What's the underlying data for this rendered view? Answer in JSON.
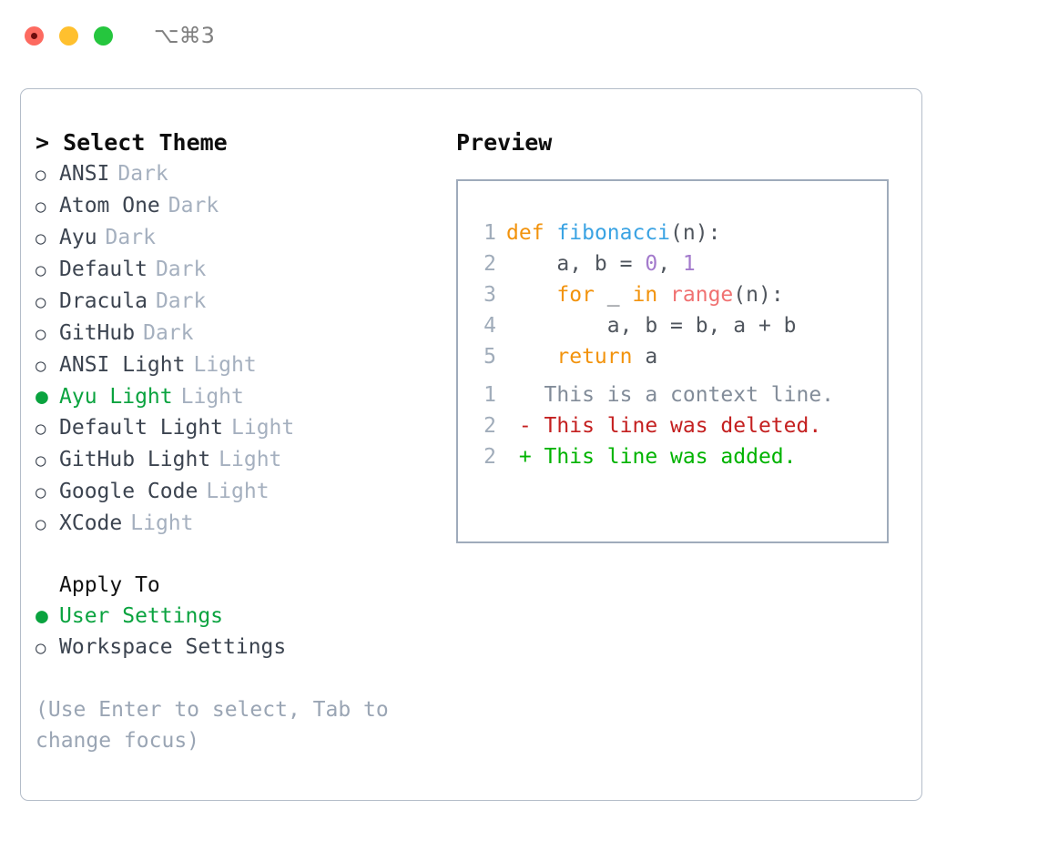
{
  "titlebar": {
    "shortcut": "⌥⌘3",
    "lights": [
      {
        "name": "close-button",
        "color": "#fd6a60"
      },
      {
        "name": "minimize-button",
        "color": "#ffc02e"
      },
      {
        "name": "maximize-button",
        "color": "#25c63e"
      }
    ]
  },
  "left": {
    "header": "> Select Theme",
    "themes": [
      {
        "marker": "○",
        "label": "ANSI",
        "tag": "Dark",
        "selected": false
      },
      {
        "marker": "○",
        "label": "Atom One",
        "tag": "Dark",
        "selected": false
      },
      {
        "marker": "○",
        "label": "Ayu",
        "tag": "Dark",
        "selected": false
      },
      {
        "marker": "○",
        "label": "Default",
        "tag": "Dark",
        "selected": false
      },
      {
        "marker": "○",
        "label": "Dracula",
        "tag": "Dark",
        "selected": false
      },
      {
        "marker": "○",
        "label": "GitHub",
        "tag": "Dark",
        "selected": false
      },
      {
        "marker": "○",
        "label": "ANSI Light",
        "tag": "Light",
        "selected": false
      },
      {
        "marker": "●",
        "label": "Ayu Light",
        "tag": "Light",
        "selected": true
      },
      {
        "marker": "○",
        "label": "Default Light",
        "tag": "Light",
        "selected": false
      },
      {
        "marker": "○",
        "label": "GitHub Light",
        "tag": "Light",
        "selected": false
      },
      {
        "marker": "○",
        "label": "Google Code",
        "tag": "Light",
        "selected": false
      },
      {
        "marker": "○",
        "label": "XCode",
        "tag": "Light",
        "selected": false
      }
    ],
    "apply_to_title": "Apply To",
    "apply_to": [
      {
        "marker": "●",
        "label": "User Settings",
        "selected": true
      },
      {
        "marker": "○",
        "label": "Workspace Settings",
        "selected": false
      }
    ],
    "hint": "(Use Enter to select, Tab to change focus)"
  },
  "right": {
    "header": "Preview",
    "code_lines": [
      {
        "no": "1",
        "tokens": [
          {
            "t": "def",
            "c": "kw"
          },
          {
            "t": " ",
            "c": "pl"
          },
          {
            "t": "fibonacci",
            "c": "fn"
          },
          {
            "t": "(n):",
            "c": "pl"
          }
        ]
      },
      {
        "no": "2",
        "tokens": [
          {
            "t": "    a, b = ",
            "c": "pl"
          },
          {
            "t": "0",
            "c": "num"
          },
          {
            "t": ", ",
            "c": "pl"
          },
          {
            "t": "1",
            "c": "num"
          }
        ]
      },
      {
        "no": "3",
        "tokens": [
          {
            "t": "    ",
            "c": "pl"
          },
          {
            "t": "for",
            "c": "kw"
          },
          {
            "t": " _ ",
            "c": "pl"
          },
          {
            "t": "in",
            "c": "kw"
          },
          {
            "t": " ",
            "c": "pl"
          },
          {
            "t": "range",
            "c": "bi"
          },
          {
            "t": "(n):",
            "c": "pl"
          }
        ]
      },
      {
        "no": "4",
        "tokens": [
          {
            "t": "        a, b = b, a + b",
            "c": "pl"
          }
        ]
      },
      {
        "no": "5",
        "tokens": [
          {
            "t": "    ",
            "c": "pl"
          },
          {
            "t": "return",
            "c": "kw"
          },
          {
            "t": " a",
            "c": "pl"
          }
        ]
      }
    ],
    "diff_lines": [
      {
        "no": "1",
        "sign": " ",
        "text": " This is a context line.",
        "kind": "context"
      },
      {
        "no": "2",
        "sign": "-",
        "text": " This line was deleted.",
        "kind": "deleted"
      },
      {
        "no": "2",
        "sign": "+",
        "text": " This line was added.",
        "kind": "added"
      }
    ]
  },
  "colors": {
    "accent_green": "#0aa33f",
    "tag_gray": "#a5b0bf",
    "border": "#b4bdc9",
    "preview_border": "#9fabbb",
    "keyword": "#f2930d",
    "function": "#3aa3e3",
    "builtin": "#f07171",
    "number": "#a37acc",
    "diff_deleted": "#c42020",
    "diff_added": "#00b300"
  }
}
